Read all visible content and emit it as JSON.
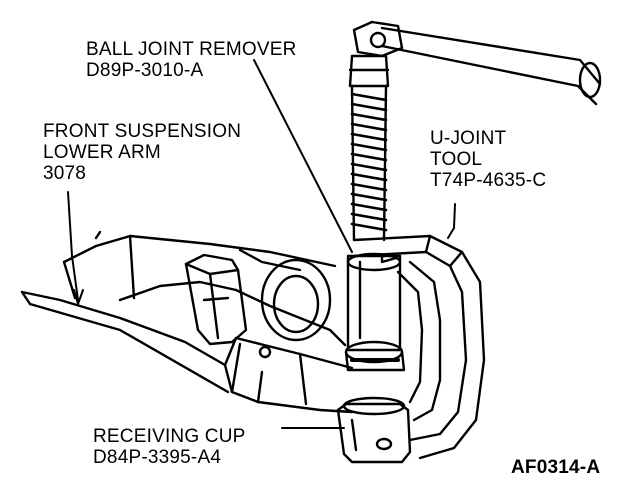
{
  "labels": {
    "ball_joint_remover": {
      "name": "BALL JOINT REMOVER",
      "part_no": "D89P-3010-A"
    },
    "front_suspension": {
      "line1": "FRONT SUSPENSION",
      "line2": "LOWER ARM",
      "part_no": "3078"
    },
    "u_joint_tool": {
      "line1": "U-JOINT",
      "line2": "TOOL",
      "part_no": "T74P-4635-C"
    },
    "receiving_cup": {
      "name": "RECEIVING CUP",
      "part_no": "D84P-3395-A4"
    }
  },
  "figure_code": "AF0314-A",
  "colors": {
    "ink": "#000000",
    "paper": "#ffffff"
  }
}
